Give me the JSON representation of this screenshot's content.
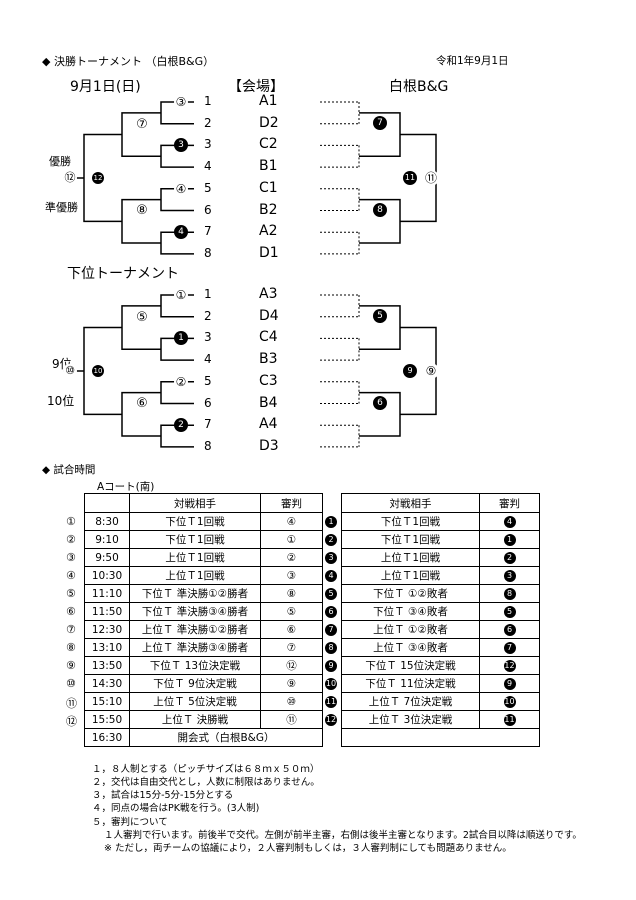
{
  "header": {
    "title": "◆ 決勝トーナメント （白根B&G）",
    "date": "令和1年9月1日"
  },
  "subheader": {
    "day": "9月1日(日)",
    "venue_label": "【会場】",
    "venue_name": "白根B&G"
  },
  "upper": {
    "label_champion": "優勝",
    "label_runnerup": "準優勝",
    "seeds": [
      "1",
      "2",
      "3",
      "4",
      "5",
      "6",
      "7",
      "8"
    ],
    "venues": [
      "A1",
      "D2",
      "C2",
      "B1",
      "C1",
      "B2",
      "A2",
      "D1"
    ],
    "left_markers": {
      "m1": "③",
      "m2": "3",
      "m3": "④",
      "m4": "4",
      "s1": "⑦",
      "s2": "⑧",
      "final_outline": "⑫",
      "final_filled": "12"
    },
    "right_markers": {
      "s1": "7",
      "s2": "8",
      "final_filled": "11",
      "final_outline": "⑪"
    }
  },
  "lower": {
    "title": "下位トーナメント",
    "label_9": "9位",
    "label_10": "10位",
    "seeds": [
      "1",
      "2",
      "3",
      "4",
      "5",
      "6",
      "7",
      "8"
    ],
    "venues": [
      "A3",
      "D4",
      "C4",
      "B3",
      "C3",
      "B4",
      "A4",
      "D3"
    ],
    "left_markers": {
      "m1": "①",
      "m2": "1",
      "m3": "②",
      "m4": "2",
      "s1": "⑤",
      "s2": "⑥",
      "final_outline": "⑩",
      "final_filled": "10"
    },
    "right_markers": {
      "s1": "5",
      "s2": "6",
      "final_filled": "9",
      "final_outline": "⑨"
    }
  },
  "schedule": {
    "title": "◆ 試合時間",
    "court": "Aコート(南)",
    "left_headers": {
      "opponent": "対戦相手",
      "referee": "審判"
    },
    "right_headers": {
      "opponent": "対戦相手",
      "referee": "審判"
    },
    "rows": [
      {
        "no": "①",
        "time": "8:30",
        "match": "下位Ｔ1回戦",
        "ref": "④",
        "rno": "1",
        "rmatch": "下位Ｔ1回戦",
        "rref": "4"
      },
      {
        "no": "②",
        "time": "9:10",
        "match": "下位Ｔ1回戦",
        "ref": "①",
        "rno": "2",
        "rmatch": "下位Ｔ1回戦",
        "rref": "1"
      },
      {
        "no": "③",
        "time": "9:50",
        "match": "上位Ｔ1回戦",
        "ref": "②",
        "rno": "3",
        "rmatch": "上位Ｔ1回戦",
        "rref": "2"
      },
      {
        "no": "④",
        "time": "10:30",
        "match": "上位Ｔ1回戦",
        "ref": "③",
        "rno": "4",
        "rmatch": "上位Ｔ1回戦",
        "rref": "3"
      },
      {
        "no": "⑤",
        "time": "11:10",
        "match": "下位Ｔ 準決勝①②勝者",
        "ref": "⑧",
        "rno": "5",
        "rmatch": "下位Ｔ ①②敗者",
        "rref": "8"
      },
      {
        "no": "⑥",
        "time": "11:50",
        "match": "下位Ｔ 準決勝③④勝者",
        "ref": "⑤",
        "rno": "6",
        "rmatch": "下位Ｔ ③④敗者",
        "rref": "5"
      },
      {
        "no": "⑦",
        "time": "12:30",
        "match": "上位Ｔ 準決勝①②勝者",
        "ref": "⑥",
        "rno": "7",
        "rmatch": "上位Ｔ ①②敗者",
        "rref": "6"
      },
      {
        "no": "⑧",
        "time": "13:10",
        "match": "上位Ｔ 準決勝③④勝者",
        "ref": "⑦",
        "rno": "8",
        "rmatch": "上位Ｔ ③④敗者",
        "rref": "7"
      },
      {
        "no": "⑨",
        "time": "13:50",
        "match": "下位Ｔ 13位決定戦",
        "ref": "⑫",
        "rno": "9",
        "rmatch": "下位Ｔ 15位決定戦",
        "rref": "12"
      },
      {
        "no": "⑩",
        "time": "14:30",
        "match": "下位Ｔ 9位決定戦",
        "ref": "⑨",
        "rno": "10",
        "rmatch": "下位Ｔ 11位決定戦",
        "rref": "9"
      },
      {
        "no": "⑪",
        "time": "15:10",
        "match": "上位Ｔ 5位決定戦",
        "ref": "⑩",
        "rno": "11",
        "rmatch": "上位Ｔ 7位決定戦",
        "rref": "10"
      },
      {
        "no": "⑫",
        "time": "15:50",
        "match": "上位Ｔ 決勝戦",
        "ref": "⑪",
        "rno": "12",
        "rmatch": "上位Ｔ 3位決定戦",
        "rref": "11"
      }
    ],
    "closing": {
      "time": "16:30",
      "label": "開会式（白根B&G）"
    }
  },
  "notes": [
    "１，８人制とする（ピッチサイズは６８ｍｘ５０ｍ）",
    "２，交代は自由交代とし，人数に制限はありません。",
    "３，試合は15分-5分-15分とする",
    "４，同点の場合はPK戦を行う。(3人制)",
    "５，審判について",
    "１人審判で行います。前後半で交代。左側が前半主審，右側は後半主審となります。2試合目以降は順送りです。",
    "※ ただし，両チームの協議により，２人審判制もしくは，３人審判制にしても問題ありません。"
  ]
}
